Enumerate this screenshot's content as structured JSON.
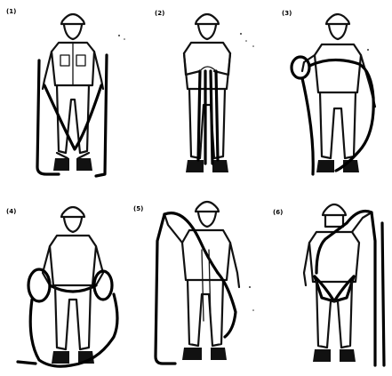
{
  "figure": {
    "panels": [
      {
        "label": "(1)",
        "icon": "rope-seat-step-1-illustration"
      },
      {
        "label": "(2)",
        "icon": "rope-seat-step-2-illustration"
      },
      {
        "label": "(3)",
        "icon": "rope-seat-step-3-illustration"
      },
      {
        "label": "(4)",
        "icon": "rope-seat-step-4-illustration"
      },
      {
        "label": "(5)",
        "icon": "rope-seat-step-5-illustration"
      },
      {
        "label": "(6)",
        "icon": "rope-seat-step-6-illustration"
      }
    ]
  }
}
